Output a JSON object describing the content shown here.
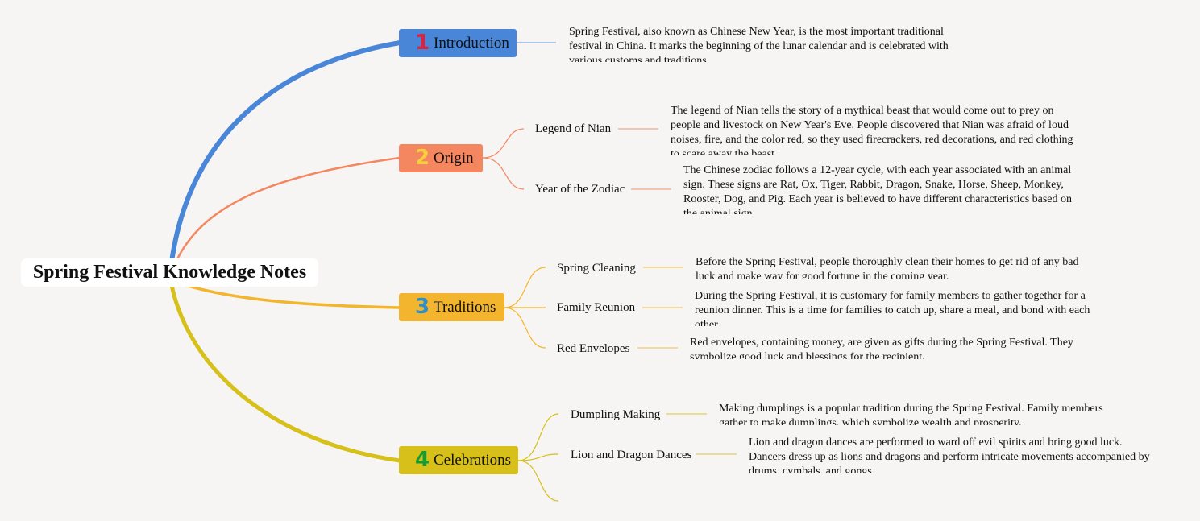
{
  "title": "Spring Festival Knowledge Notes",
  "colors": {
    "introduction": "#4a86d8",
    "origin": "#f48660",
    "traditions": "#f3b52d",
    "celebrations": "#d6c019",
    "num_introduction": "#d9233f",
    "num_origin": "#f7cf3f",
    "num_traditions": "#2f8fc9",
    "num_celebrations": "#1a9a2f"
  },
  "branches": {
    "introduction": {
      "num": "1",
      "label": "Introduction",
      "note": "Spring Festival, also known as Chinese New Year, is the most important traditional festival in China. It marks the beginning of the lunar calendar and is celebrated with various customs and traditions."
    },
    "origin": {
      "num": "2",
      "label": "Origin",
      "items": [
        {
          "label": "Legend of Nian",
          "note": "The legend of Nian tells the story of a mythical beast that would come out to prey on people and livestock on New Year's Eve. People discovered that Nian was afraid of loud noises, fire, and the color red, so they used firecrackers, red decorations, and red clothing to scare away the beast."
        },
        {
          "label": "Year of the Zodiac",
          "note": "The Chinese zodiac follows a 12-year cycle, with each year associated with an animal sign. These signs are Rat, Ox, Tiger, Rabbit, Dragon, Snake, Horse, Sheep, Monkey, Rooster, Dog, and Pig. Each year is believed to have different characteristics based on the animal sign."
        }
      ]
    },
    "traditions": {
      "num": "3",
      "label": "Traditions",
      "items": [
        {
          "label": "Spring Cleaning",
          "note": "Before the Spring Festival, people thoroughly clean their homes to get rid of any bad luck and make way for good fortune in the coming year."
        },
        {
          "label": "Family Reunion",
          "note": "During the Spring Festival, it is customary for family members to gather together for a reunion dinner. This is a time for families to catch up, share a meal, and bond with each other."
        },
        {
          "label": "Red Envelopes",
          "note": "Red envelopes, containing money, are given as gifts during the Spring Festival. They symbolize good luck and blessings for the recipient."
        }
      ]
    },
    "celebrations": {
      "num": "4",
      "label": "Celebrations",
      "items": [
        {
          "label": "Dumpling Making",
          "note": "Making dumplings is a popular tradition during the Spring Festival. Family members gather to make dumplings, which symbolize wealth and prosperity."
        },
        {
          "label": "Lion and Dragon Dances",
          "note": "Lion and dragon dances are performed to ward off evil spirits and bring good luck. Dancers dress up as lions and dragons and perform intricate movements accompanied by drums, cymbals, and gongs."
        }
      ]
    }
  }
}
